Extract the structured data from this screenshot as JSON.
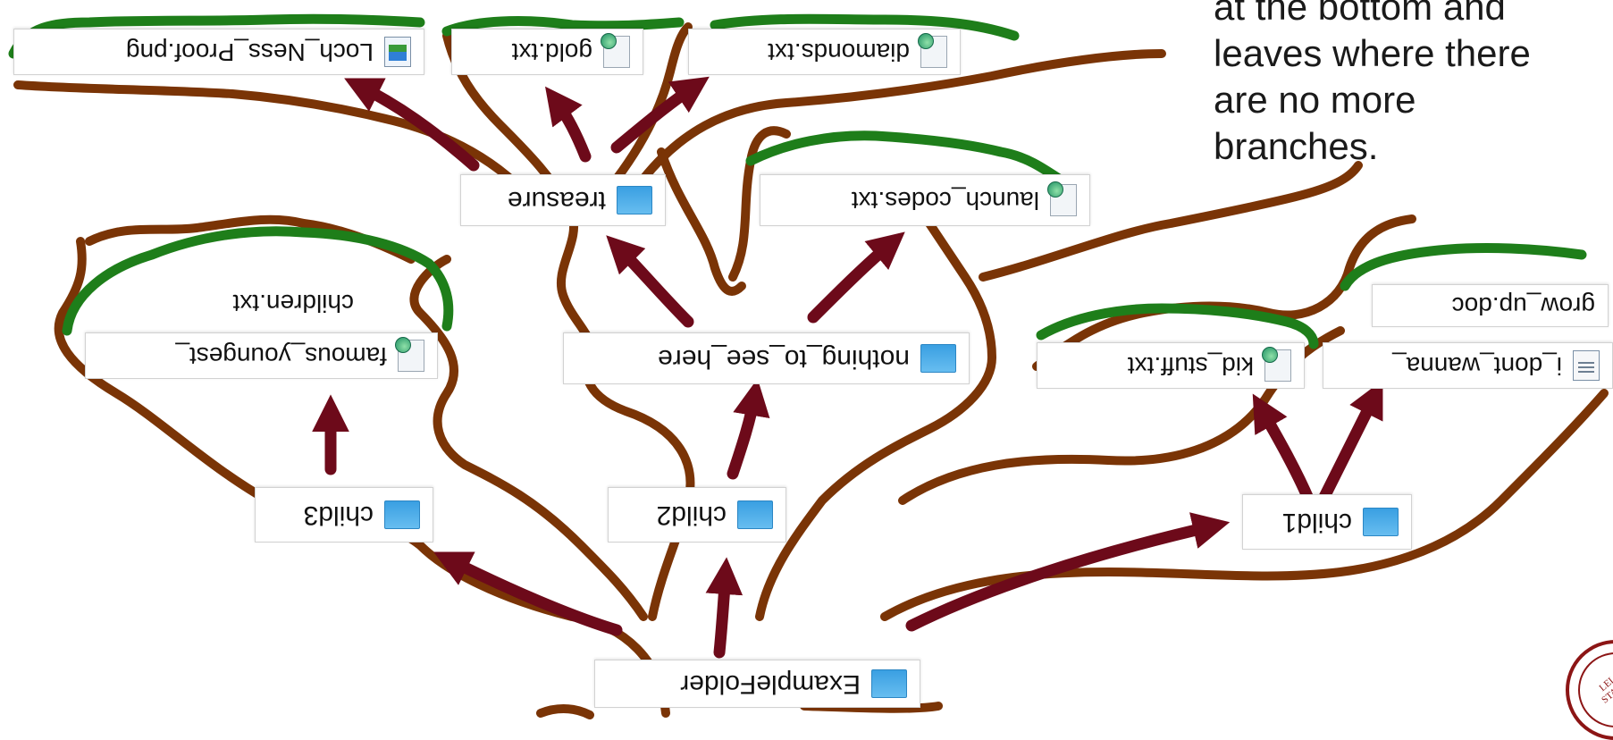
{
  "caption": {
    "lines": [
      "at the bottom and",
      "leaves where there",
      "are no more",
      "branches."
    ]
  },
  "seal": {
    "text": "LELAND STANFORD",
    "icon": "university-seal-icon"
  },
  "colors": {
    "trunk": "#7a3406",
    "leaves": "#1e7e1a",
    "arrows": "#6d0a1a",
    "folder": "#4aa8e8"
  },
  "tree": {
    "nodes": [
      {
        "id": "root",
        "label": "ExampleFolder",
        "icon": "folder-icon"
      },
      {
        "id": "child1",
        "label": "child1",
        "icon": "folder-icon"
      },
      {
        "id": "child2",
        "label": "child2",
        "icon": "folder-icon"
      },
      {
        "id": "child3",
        "label": "child3",
        "icon": "folder-icon"
      },
      {
        "id": "nothing",
        "label": "nothing_to_see_here",
        "icon": "folder-icon"
      },
      {
        "id": "treasure",
        "label": "treasure",
        "icon": "folder-icon"
      },
      {
        "id": "launch",
        "label": "launch_codes.txt",
        "icon": "text-file-icon"
      },
      {
        "id": "loch",
        "label": "Loch_Ness_Proof.png",
        "icon": "image-file-icon"
      },
      {
        "id": "gold",
        "label": "gold.txt",
        "icon": "text-file-icon"
      },
      {
        "id": "diamonds",
        "label": "diamonds.txt",
        "icon": "text-file-icon"
      },
      {
        "id": "famous",
        "label": "famous_youngest_",
        "icon": "text-file-icon"
      },
      {
        "id": "famous2",
        "label": "children.txt",
        "icon": ""
      },
      {
        "id": "kid",
        "label": "kid_stuff.txt",
        "icon": "text-file-icon"
      },
      {
        "id": "dont",
        "label": "i_dont_wanna_",
        "icon": "doc-file-icon"
      },
      {
        "id": "grow",
        "label": "grow_up.doc",
        "icon": ""
      }
    ]
  }
}
